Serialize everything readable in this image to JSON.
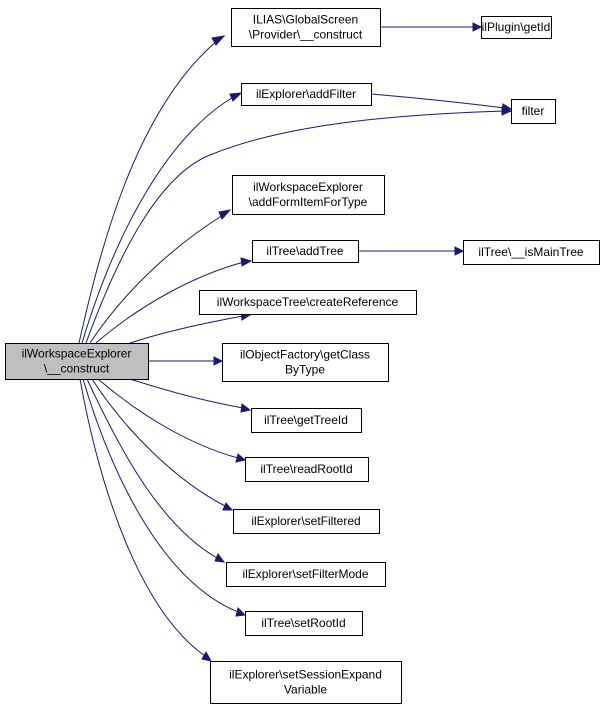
{
  "diagram": {
    "nodes": [
      {
        "id": "root",
        "lines": [
          "ilWorkspaceExplorer",
          "\\__construct"
        ],
        "root": true
      },
      {
        "id": "globalscreen",
        "lines": [
          "ILIAS\\GlobalScreen",
          "\\Provider\\__construct"
        ]
      },
      {
        "id": "plugin_getid",
        "lines": [
          "ilPlugin\\getId"
        ]
      },
      {
        "id": "addfilter",
        "lines": [
          "ilExplorer\\addFilter"
        ]
      },
      {
        "id": "filter",
        "lines": [
          "filter"
        ]
      },
      {
        "id": "addformitem",
        "lines": [
          "ilWorkspaceExplorer",
          "\\addFormItemForType"
        ]
      },
      {
        "id": "addtree",
        "lines": [
          "ilTree\\addTree"
        ]
      },
      {
        "id": "ismaintree",
        "lines": [
          "ilTree\\__isMainTree"
        ]
      },
      {
        "id": "createref",
        "lines": [
          "ilWorkspaceTree\\createReference"
        ]
      },
      {
        "id": "getclass",
        "lines": [
          "ilObjectFactory\\getClass",
          "ByType"
        ]
      },
      {
        "id": "gettreeid",
        "lines": [
          "ilTree\\getTreeId"
        ]
      },
      {
        "id": "readrootid",
        "lines": [
          "ilTree\\readRootId"
        ]
      },
      {
        "id": "setfiltered",
        "lines": [
          "ilExplorer\\setFiltered"
        ]
      },
      {
        "id": "setfiltermode",
        "lines": [
          "ilExplorer\\setFilterMode"
        ]
      },
      {
        "id": "setrootid",
        "lines": [
          "ilTree\\setRootId"
        ]
      },
      {
        "id": "setsession",
        "lines": [
          "ilExplorer\\setSessionExpand",
          "Variable"
        ]
      }
    ],
    "edges": [
      {
        "from": "root",
        "to": "globalscreen"
      },
      {
        "from": "root",
        "to": "addfilter"
      },
      {
        "from": "root",
        "to": "filter"
      },
      {
        "from": "root",
        "to": "addformitem"
      },
      {
        "from": "root",
        "to": "addtree"
      },
      {
        "from": "root",
        "to": "createref"
      },
      {
        "from": "root",
        "to": "getclass"
      },
      {
        "from": "root",
        "to": "gettreeid"
      },
      {
        "from": "root",
        "to": "readrootid"
      },
      {
        "from": "root",
        "to": "setfiltered"
      },
      {
        "from": "root",
        "to": "setfiltermode"
      },
      {
        "from": "root",
        "to": "setrootid"
      },
      {
        "from": "root",
        "to": "setsession"
      },
      {
        "from": "globalscreen",
        "to": "plugin_getid"
      },
      {
        "from": "addfilter",
        "to": "filter"
      },
      {
        "from": "addtree",
        "to": "ismaintree"
      }
    ]
  }
}
